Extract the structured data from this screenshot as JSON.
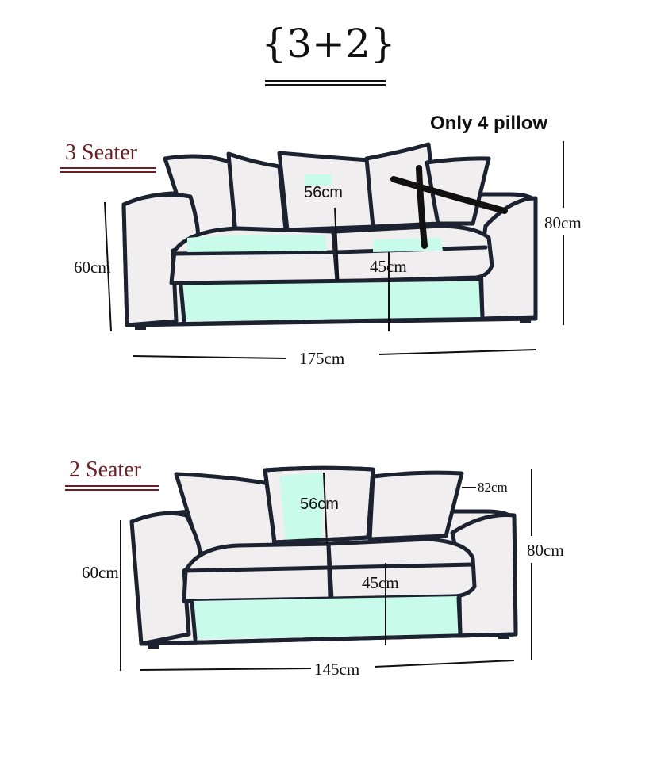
{
  "title": "{3+2}",
  "note": "Only 4 pillow",
  "three_seater": {
    "label": "3 Seater",
    "pillow_height": "56cm",
    "seat_height": "45cm",
    "left_height": "60cm",
    "back_height": "80cm",
    "width": "175cm"
  },
  "two_seater": {
    "label": "2 Seater",
    "pillow_height": "56cm",
    "seat_height": "45cm",
    "left_height": "60cm",
    "back_height": "80cm",
    "arm_height": "82cm",
    "width": "145cm"
  },
  "colors": {
    "outline": "#1c2230",
    "fill": "#f1eef0",
    "accent": "#c9fbea",
    "label": "#6b1f24"
  }
}
